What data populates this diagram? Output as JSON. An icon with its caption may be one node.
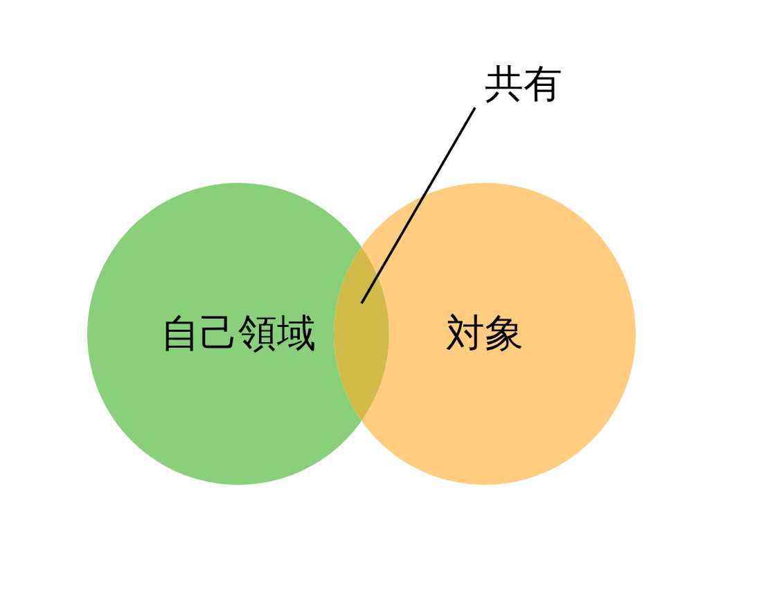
{
  "diagram": {
    "nodes": [
      {
        "text": [
          "自己領域"
        ]
      },
      {
        "text": [
          "対象"
        ]
      },
      {
        "text": [
          "共有"
        ]
      },
      {
        "text": [],
        "shape": "lens"
      }
    ],
    "edges": [
      {
        "from": 2,
        "to": 3,
        "arrow": "none"
      }
    ]
  }
}
